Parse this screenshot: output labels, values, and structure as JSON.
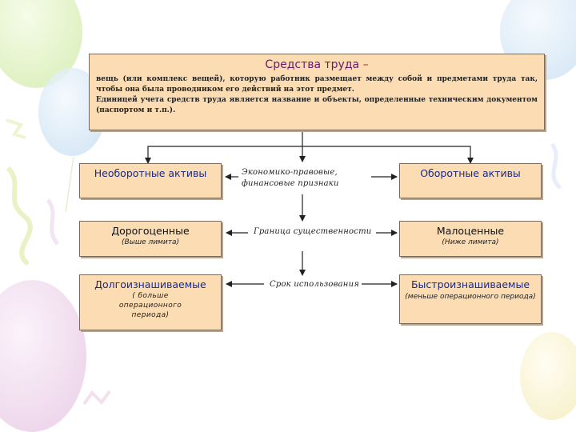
{
  "header": {
    "title": "Средства труда",
    "title_dash": "–",
    "definition_line1": "вещь (или комплекс вещей), которую работник размещает между собой и предметами труда так, чтобы она была проводником его действий на этот предмет.",
    "definition_line2": "Единицей учета средств труда является название и объекты, определенные техническим документом (паспортом и т.п.)."
  },
  "rows": [
    {
      "left_title": "Необоротные активы",
      "left_sub": "",
      "criterion": "Экономико-правовые, финансовые признаки",
      "right_title": "Оборотные активы",
      "right_sub": ""
    },
    {
      "left_title": "Дорогоценные",
      "left_sub": "(Выше лимита)",
      "criterion": "Граница существенности",
      "right_title": "Малоценные",
      "right_sub": "(Ниже лимита)"
    },
    {
      "left_title": "Долгоизнашиваемые",
      "left_sub": "( больше операционного периода)",
      "criterion": "Срок использования",
      "right_title": "Быстроизнашиваемые",
      "right_sub": "(меньше операционного периода)"
    }
  ]
}
